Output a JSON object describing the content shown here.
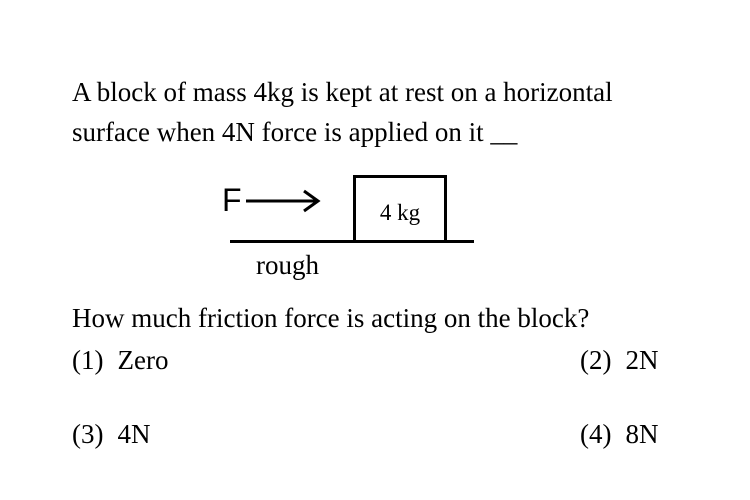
{
  "question": {
    "line1": "A block of mass 4kg is kept at rest on a horizontal",
    "line2": "surface when 4N force is applied on it __"
  },
  "diagram": {
    "force_label": "F",
    "block_label": "4 kg",
    "surface_label": "rough"
  },
  "sub_question": "How much friction force is acting on the block?",
  "options": [
    {
      "number": "(1)",
      "text": "Zero"
    },
    {
      "number": "(2)",
      "text": "2N"
    },
    {
      "number": "(3)",
      "text": "4N"
    },
    {
      "number": "(4)",
      "text": "8N"
    }
  ]
}
